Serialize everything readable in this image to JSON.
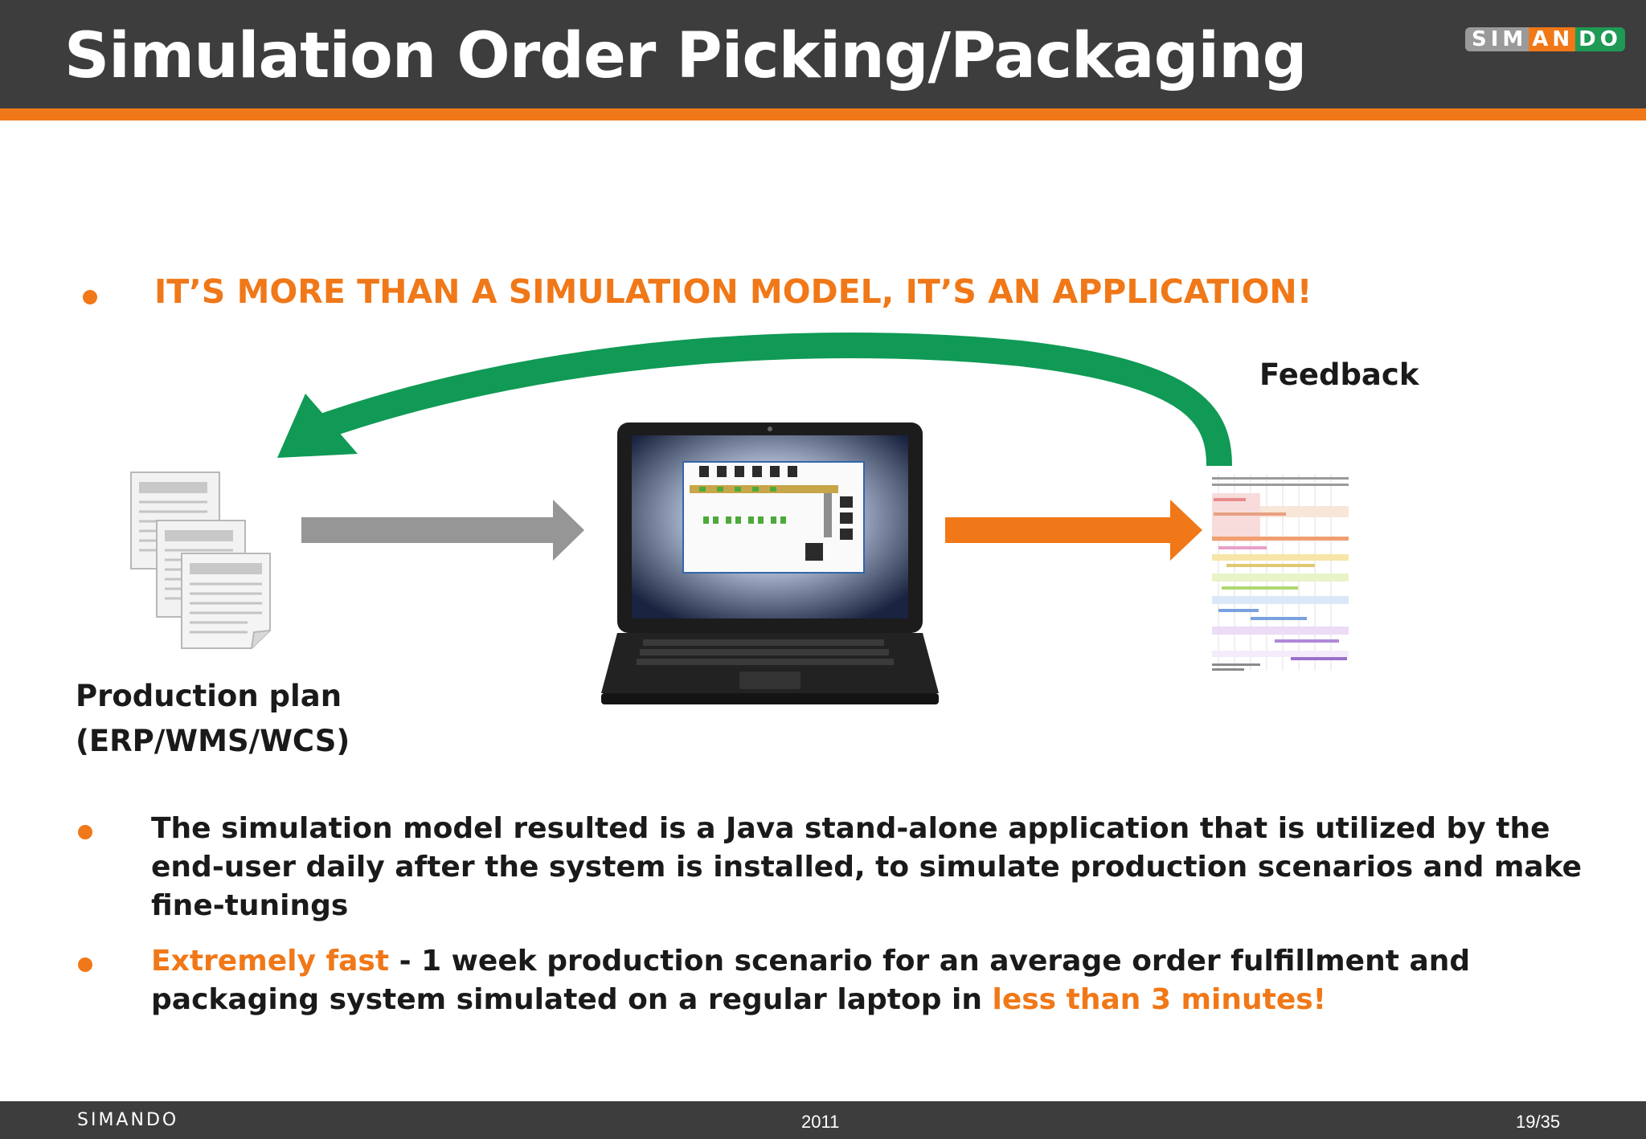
{
  "header": {
    "title": "Simulation Order Picking/Packaging",
    "logo": {
      "part1": "SIM",
      "part2": "AN",
      "part3": "DO"
    }
  },
  "headline": "IT’S MORE THAN A SIMULATION MODEL, IT’S AN APPLICATION!",
  "diagram": {
    "feedback_label": "Feedback",
    "plan_label_line1": "Production plan",
    "plan_label_line2": "(ERP/WMS/WCS)",
    "colors": {
      "green_arrow": "#109a55",
      "gray_arrow": "#969696",
      "orange_arrow": "#f07818"
    },
    "icons": [
      "documents-icon",
      "laptop-icon",
      "gantt-chart-icon"
    ]
  },
  "bullets": {
    "b1": "The simulation model resulted is a Java stand-alone application that is utilized by the end-user daily after the system is installed, to simulate production scenarios and make fine-tunings",
    "b2_highlight": "Extremely  fast",
    "b2_text": " - 1 week production scenario for an average order fulfillment and packaging system simulated  on a regular laptop in ",
    "b2_highlight2": "less than 3 minutes!"
  },
  "footer": {
    "logo": "SIMANDO",
    "year": "2011",
    "page": "19/35"
  },
  "colors": {
    "accent": "#f07818",
    "dark": "#3d3d3d",
    "green": "#1e9a55"
  }
}
